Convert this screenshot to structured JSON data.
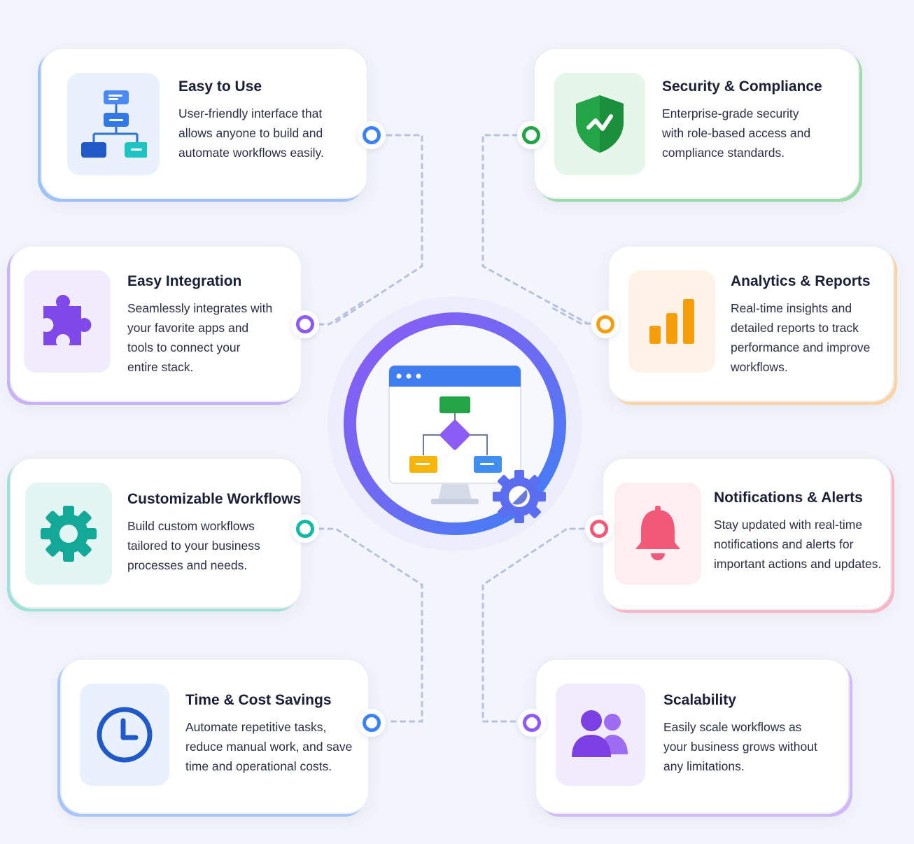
{
  "features": [
    {
      "id": "easy-to-use",
      "title": "Easy to Use",
      "description": "User-friendly interface that allows anyone to build and automate workflows easily.",
      "icon": "flowchart-icon",
      "accent": "#3b82f6",
      "tile_bg": "#e9f1fd"
    },
    {
      "id": "security",
      "title": "Security & Compliance",
      "description": "Enterprise-grade security with role-based access and compliance standards.",
      "icon": "shield-icon",
      "accent": "#22a447",
      "tile_bg": "#e7f6ea"
    },
    {
      "id": "easy-integration",
      "title": "Easy Integration",
      "description": "Seamlessly integrates with your favorite apps and tools to connect your entire stack.",
      "icon": "puzzle-icon",
      "accent": "#8b5cf6",
      "tile_bg": "#f1ecfd"
    },
    {
      "id": "analytics",
      "title": "Analytics & Reports",
      "description": "Real-time insights and detailed reports to track performance and improve workflows.",
      "icon": "bar-chart-icon",
      "accent": "#f59e0b",
      "tile_bg": "#fef3e6"
    },
    {
      "id": "custom-workflows",
      "title": "Customizable Workflows",
      "description": "Build custom workflows tailored to your business processes and needs.",
      "icon": "gear-icon",
      "accent": "#14b8a6",
      "tile_bg": "#e3f6f3"
    },
    {
      "id": "notifications",
      "title": "Notifications & Alerts",
      "description": "Stay updated with real-time notifications and alerts for important actions and updates.",
      "icon": "bell-icon",
      "accent": "#f05a78",
      "tile_bg": "#fdeef1"
    },
    {
      "id": "time-cost",
      "title": "Time & Cost Savings",
      "description": "Automate repetitive tasks, reduce manual work, and save time and operational costs.",
      "icon": "clock-icon",
      "accent": "#3b82f6",
      "tile_bg": "#e9f1fd"
    },
    {
      "id": "scalability",
      "title": "Scalability",
      "description": "Easily scale workflows as your business grows without any limitations.",
      "icon": "users-icon",
      "accent": "#8b5cf6",
      "tile_bg": "#f1ecfd"
    }
  ],
  "hub": {
    "icon": "workflow-monitor-icon",
    "ring_colors": [
      "#8b5cf6",
      "#3b82f6"
    ]
  }
}
